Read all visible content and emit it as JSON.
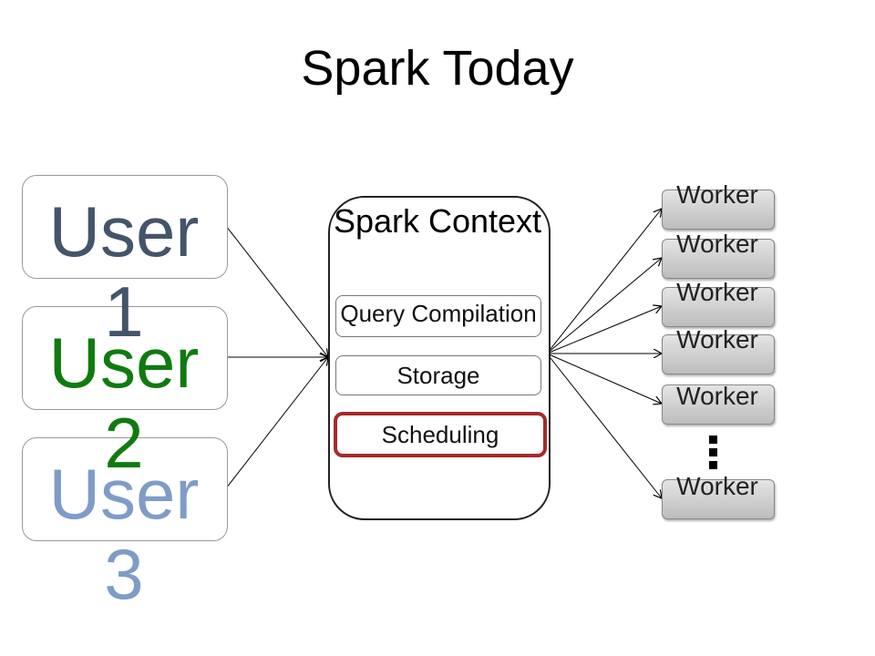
{
  "title": "Spark Today",
  "users": [
    {
      "label": "User 1",
      "color": "#44546a"
    },
    {
      "label": "User 2",
      "color": "#0f7b0f"
    },
    {
      "label": "User 3",
      "color": "#7f9cc8"
    }
  ],
  "context": {
    "title": "Spark Context",
    "components": [
      "Query Compilation",
      "Storage",
      "Scheduling"
    ],
    "highlight_color": "#a52a2a"
  },
  "workers": [
    "Worker",
    "Worker",
    "Worker",
    "Worker",
    "Worker",
    "Worker"
  ]
}
